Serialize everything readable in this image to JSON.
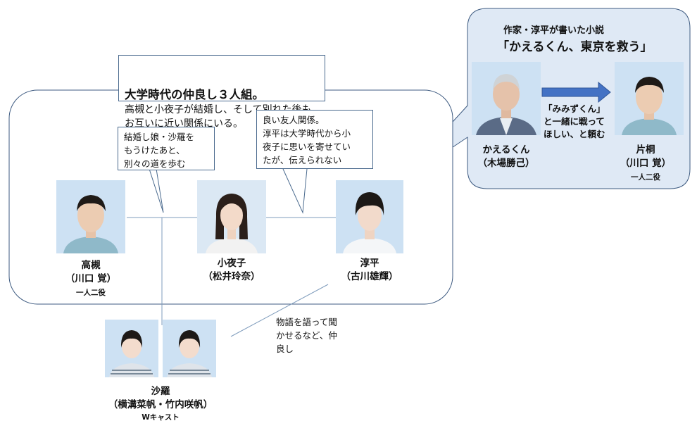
{
  "group_callout": {
    "title": "大学時代の仲良し３人組。",
    "line1": "高槻と小夜子が結婚し、そして別れた後も、",
    "line2": "お互いに近い関係にいる。"
  },
  "marriage_callout": {
    "line1": "結婚し娘・沙羅を",
    "line2": "もうけたあと、",
    "line3": "別々の道を歩む"
  },
  "friend_callout": {
    "line1": "良い友人関係。",
    "line2": "淳平は大学時代から小",
    "line3": "夜子に思いを寄せてい",
    "line4": "たが、伝えられない"
  },
  "story_note": {
    "line1": "物語を語って聞",
    "line2": "かせるなど、仲",
    "line3": "良し"
  },
  "novel": {
    "heading": "作家・淳平が書いた小説",
    "title": "「かえるくん、東京を救う」",
    "arrow_line1": "「みみずくん」",
    "arrow_line2": "と一緒に戦って",
    "arrow_line3": "ほしい、と頼む"
  },
  "people": {
    "takatsuki": {
      "name": "高槻",
      "actor": "（川口 覚）",
      "note": "一人二役"
    },
    "sayoko": {
      "name": "小夜子",
      "actor": "（松井玲奈）"
    },
    "junpei": {
      "name": "淳平",
      "actor": "（古川雄輝）"
    },
    "sara": {
      "name": "沙羅",
      "actor": "（横溝菜帆・竹内咲帆）",
      "note": "Wキャスト"
    },
    "kaerukun": {
      "name": "かえるくん",
      "actor": "（木場勝己）"
    },
    "katagiri": {
      "name": "片桐",
      "actor": "（川口 覚）",
      "note": "一人二役"
    }
  },
  "colors": {
    "frame": "#3d5a80",
    "bubble_fill": "#dfe9f5",
    "arrow": "#4472c4",
    "photo_bg": "#cde1f3"
  }
}
